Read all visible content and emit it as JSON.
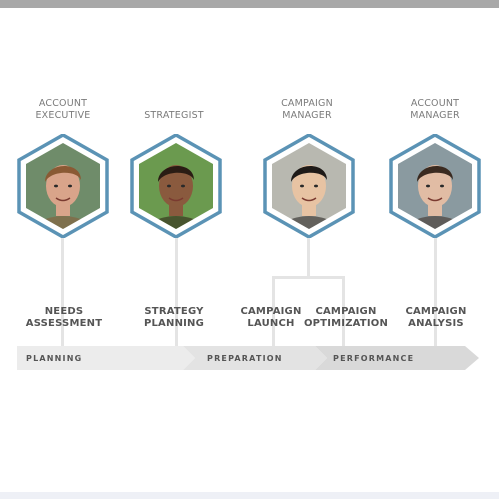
{
  "roles": [
    {
      "id": "account-executive",
      "label": "ACCOUNT\nEXECUTIVE",
      "skin": "#d9a48a",
      "hair": "#8a5a34",
      "bg": "#6f8c6a"
    },
    {
      "id": "strategist",
      "label": "STRATEGIST",
      "skin": "#8a5a3e",
      "hair": "#2a1c14",
      "bg": "#6b9a4f"
    },
    {
      "id": "campaign-manager",
      "label": "CAMPAIGN\nMANAGER",
      "skin": "#e7c3a3",
      "hair": "#1e1a18",
      "bg": "#b8b8b0"
    },
    {
      "id": "account-manager",
      "label": "ACCOUNT\nMANAGER",
      "skin": "#e1bca4",
      "hair": "#3a2a20",
      "bg": "#8a9aa0"
    }
  ],
  "tasks": [
    {
      "id": "needs-assessment",
      "label": "NEEDS\nASSESSMENT"
    },
    {
      "id": "strategy-planning",
      "label": "STRATEGY\nPLANNING"
    },
    {
      "id": "campaign-launch",
      "label": "CAMPAIGN\nLAUNCH"
    },
    {
      "id": "campaign-optimization",
      "label": "CAMPAIGN\nOPTIMIZATION"
    },
    {
      "id": "campaign-analysis",
      "label": "CAMPAIGN\nANALYSIS"
    }
  ],
  "stages": [
    {
      "id": "planning",
      "label": "PLANNING"
    },
    {
      "id": "preparation",
      "label": "PREPARATION"
    },
    {
      "id": "performance",
      "label": "PERFORMANCE"
    }
  ],
  "colors": {
    "hex_border": "#5b93b5",
    "connector": "#e4e4e4",
    "arrow_light": "#ececec",
    "arrow_mid": "#e3e3e3",
    "arrow_dark": "#d9d9d9",
    "text_dark": "#555555",
    "text_light": "#7b7b7b"
  }
}
